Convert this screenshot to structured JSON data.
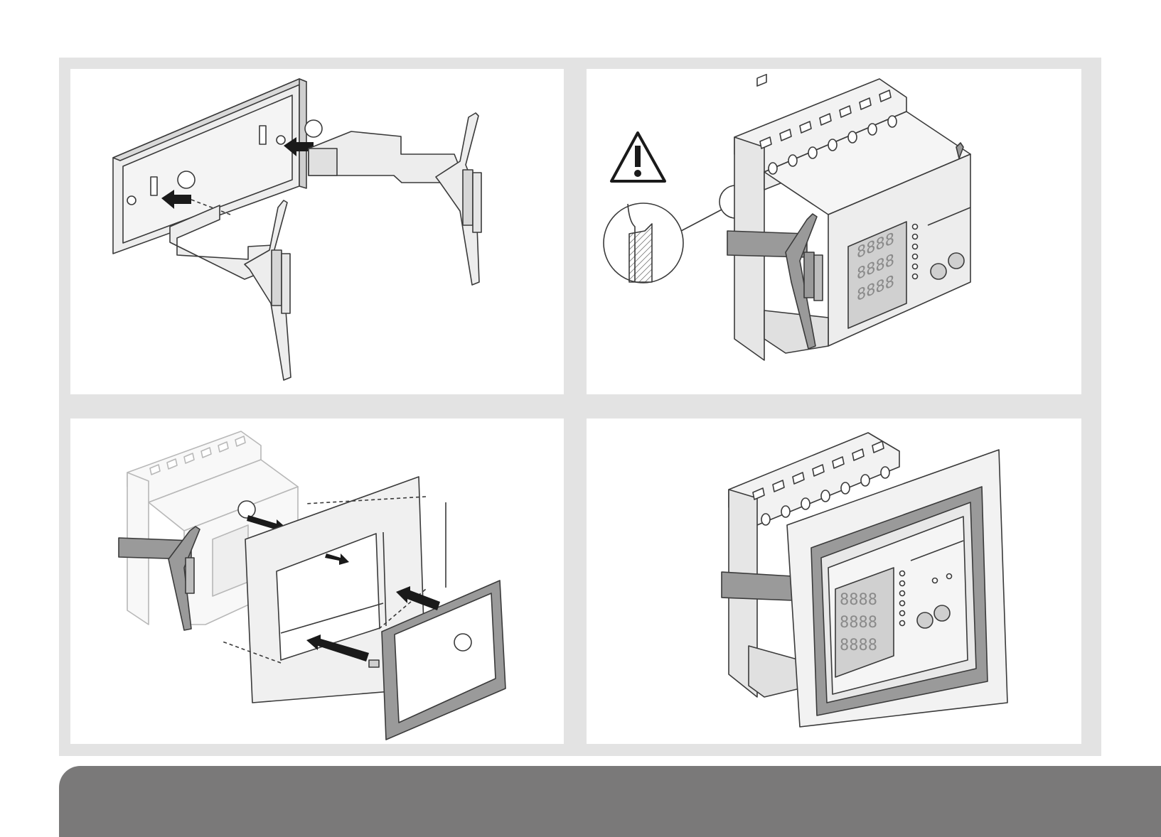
{
  "colors": {
    "frame": "#e3e3e3",
    "panel": "#ffffff",
    "footer": "#7a7979",
    "line": "#3a3a3a",
    "light_part": "#ededed",
    "dark_part": "#9a9a9a",
    "display": "#cfcfcf"
  },
  "steps": [
    {
      "id": "step-1",
      "content": "mounting-bracket-attach-illustration"
    },
    {
      "id": "step-2",
      "content": "device-clip-check-illustration",
      "icon": "warning-triangle-icon"
    },
    {
      "id": "step-3",
      "content": "cover-frame-assembly-illustration"
    },
    {
      "id": "step-4",
      "content": "assembled-device-illustration"
    }
  ],
  "display": {
    "digits": "8888"
  }
}
